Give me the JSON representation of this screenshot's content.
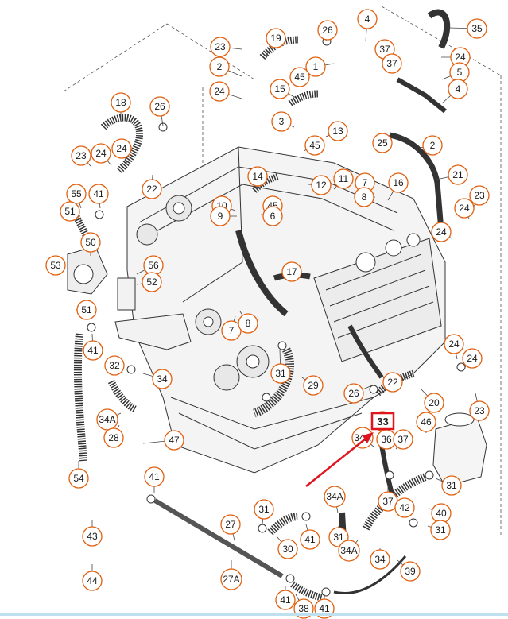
{
  "diagram": {
    "colors": {
      "bubble_stroke": "#e06010",
      "line": "#444444",
      "engine_fill": "#f4f4f4",
      "hose_fill": "#eeeeee",
      "highlight": "#e0141e",
      "arrow": "#e0141e",
      "bottom_rule": "#bfe0ef"
    },
    "highlighted_label": "33",
    "labels": [
      "4",
      "35",
      "26",
      "19",
      "23",
      "37",
      "24",
      "2",
      "1",
      "37",
      "5",
      "24",
      "45",
      "15",
      "4",
      "18",
      "26",
      "3",
      "13",
      "2",
      "25",
      "23",
      "24",
      "24",
      "45",
      "22",
      "21",
      "12",
      "11",
      "7",
      "8",
      "16",
      "14",
      "10",
      "45",
      "9",
      "6",
      "55",
      "41",
      "23",
      "24",
      "51",
      "24",
      "50",
      "53",
      "56",
      "17",
      "52",
      "7",
      "8",
      "51",
      "41",
      "24",
      "24",
      "32",
      "34",
      "31",
      "29",
      "22",
      "26",
      "20",
      "23",
      "34A",
      "28",
      "33",
      "46",
      "34A",
      "36",
      "37",
      "54",
      "47",
      "41",
      "31",
      "34A",
      "37",
      "42",
      "40",
      "31",
      "27",
      "31",
      "41",
      "43",
      "30",
      "31",
      "34A",
      "34",
      "39",
      "27A",
      "41",
      "38",
      "41",
      "44"
    ]
  }
}
